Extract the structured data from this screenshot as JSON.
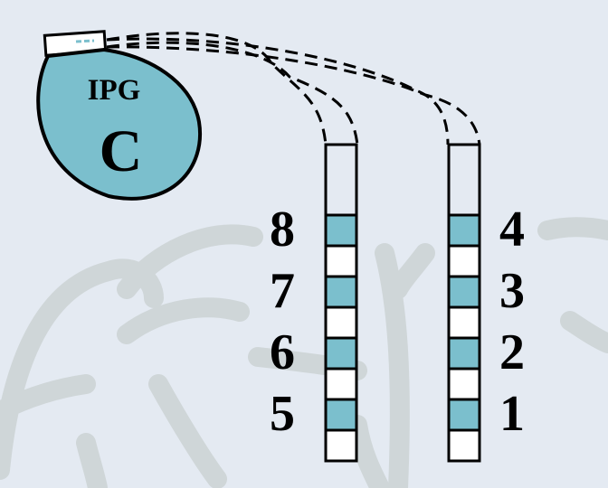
{
  "ipg": {
    "label": "IPG",
    "letter": "C"
  },
  "leads": {
    "left": {
      "contacts": [
        "8",
        "7",
        "6",
        "5"
      ]
    },
    "right": {
      "contacts": [
        "4",
        "3",
        "2",
        "1"
      ]
    }
  },
  "colors": {
    "background": "#e4eaf2",
    "ipg_body": "#7bbfcd",
    "active_contact": "#7bbfcd",
    "inactive_contact": "#ffffff",
    "outline": "#000000",
    "brain_sketch": "#cfd6d8"
  }
}
